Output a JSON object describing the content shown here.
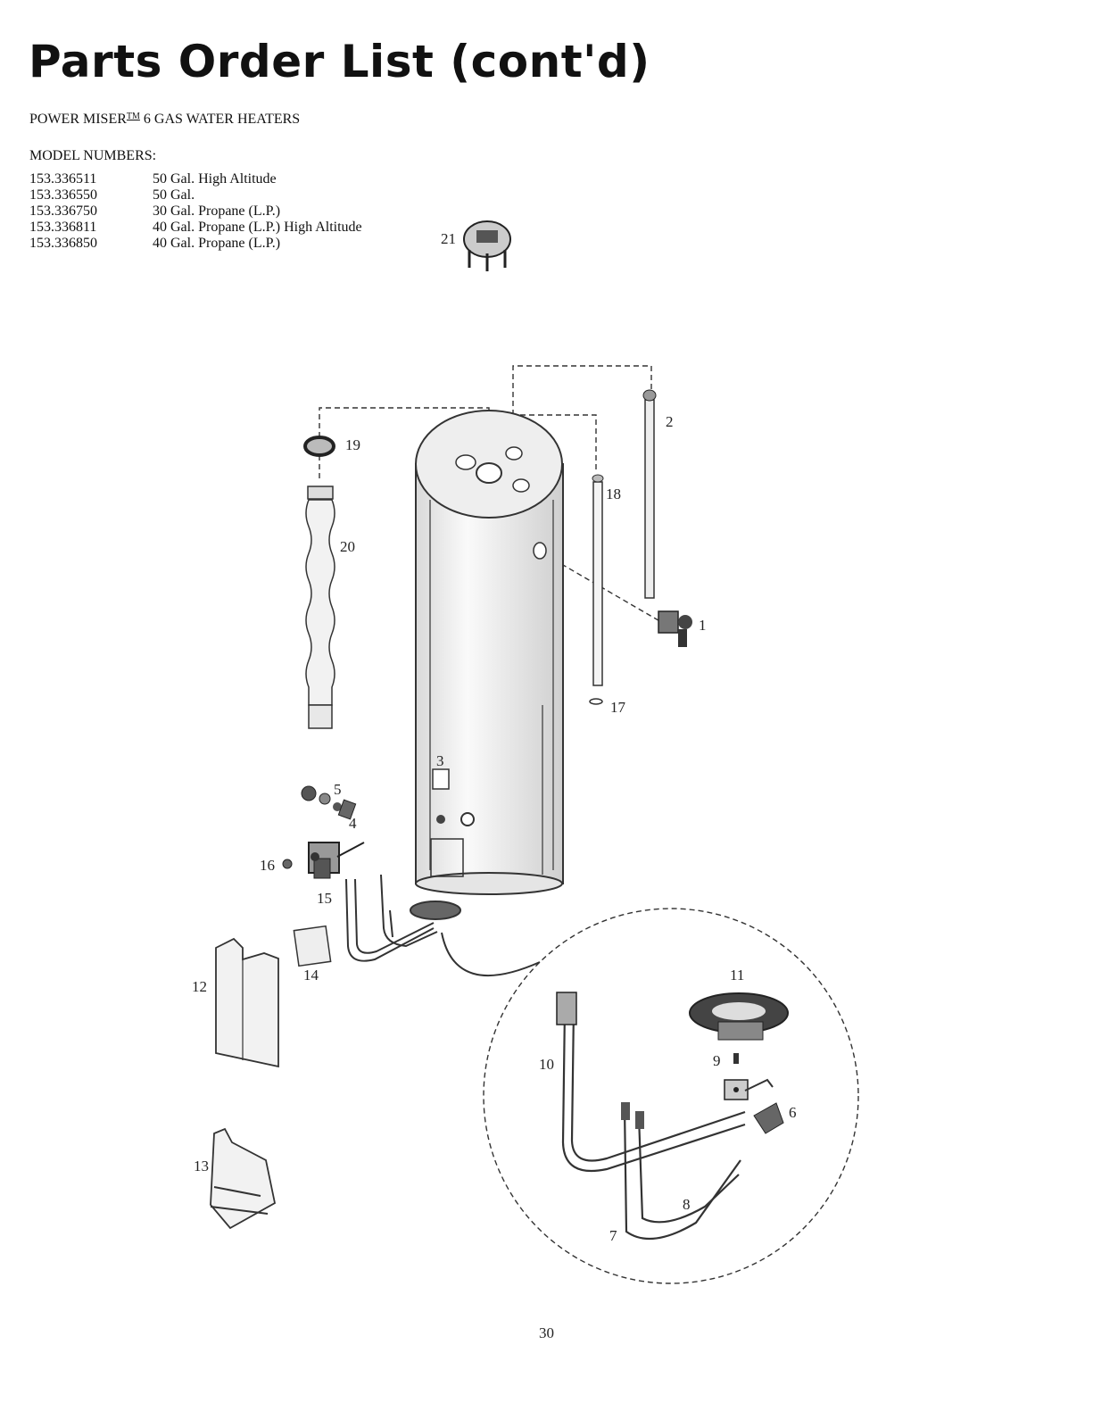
{
  "header": {
    "title": "Parts Order List (cont'd)",
    "product_line": "POWER MISER",
    "trademark": "TM",
    "product_suffix": " 6 GAS WATER HEATERS"
  },
  "models": {
    "heading": "MODEL NUMBERS:",
    "items": [
      {
        "number": "153.336511",
        "description": "50 Gal. High Altitude"
      },
      {
        "number": "153.336550",
        "description": "50 Gal."
      },
      {
        "number": "153.336750",
        "description": "30 Gal. Propane (L.P.)"
      },
      {
        "number": "153.336811",
        "description": "40 Gal. Propane (L.P.) High Altitude"
      },
      {
        "number": "153.336850",
        "description": "40 Gal. Propane (L.P.)"
      }
    ]
  },
  "diagram": {
    "callouts": [
      "1",
      "2",
      "3",
      "4",
      "5",
      "6",
      "7",
      "8",
      "9",
      "10",
      "11",
      "12",
      "13",
      "14",
      "15",
      "16",
      "17",
      "18",
      "19",
      "20",
      "21"
    ]
  },
  "footer": {
    "page_number": "30"
  }
}
